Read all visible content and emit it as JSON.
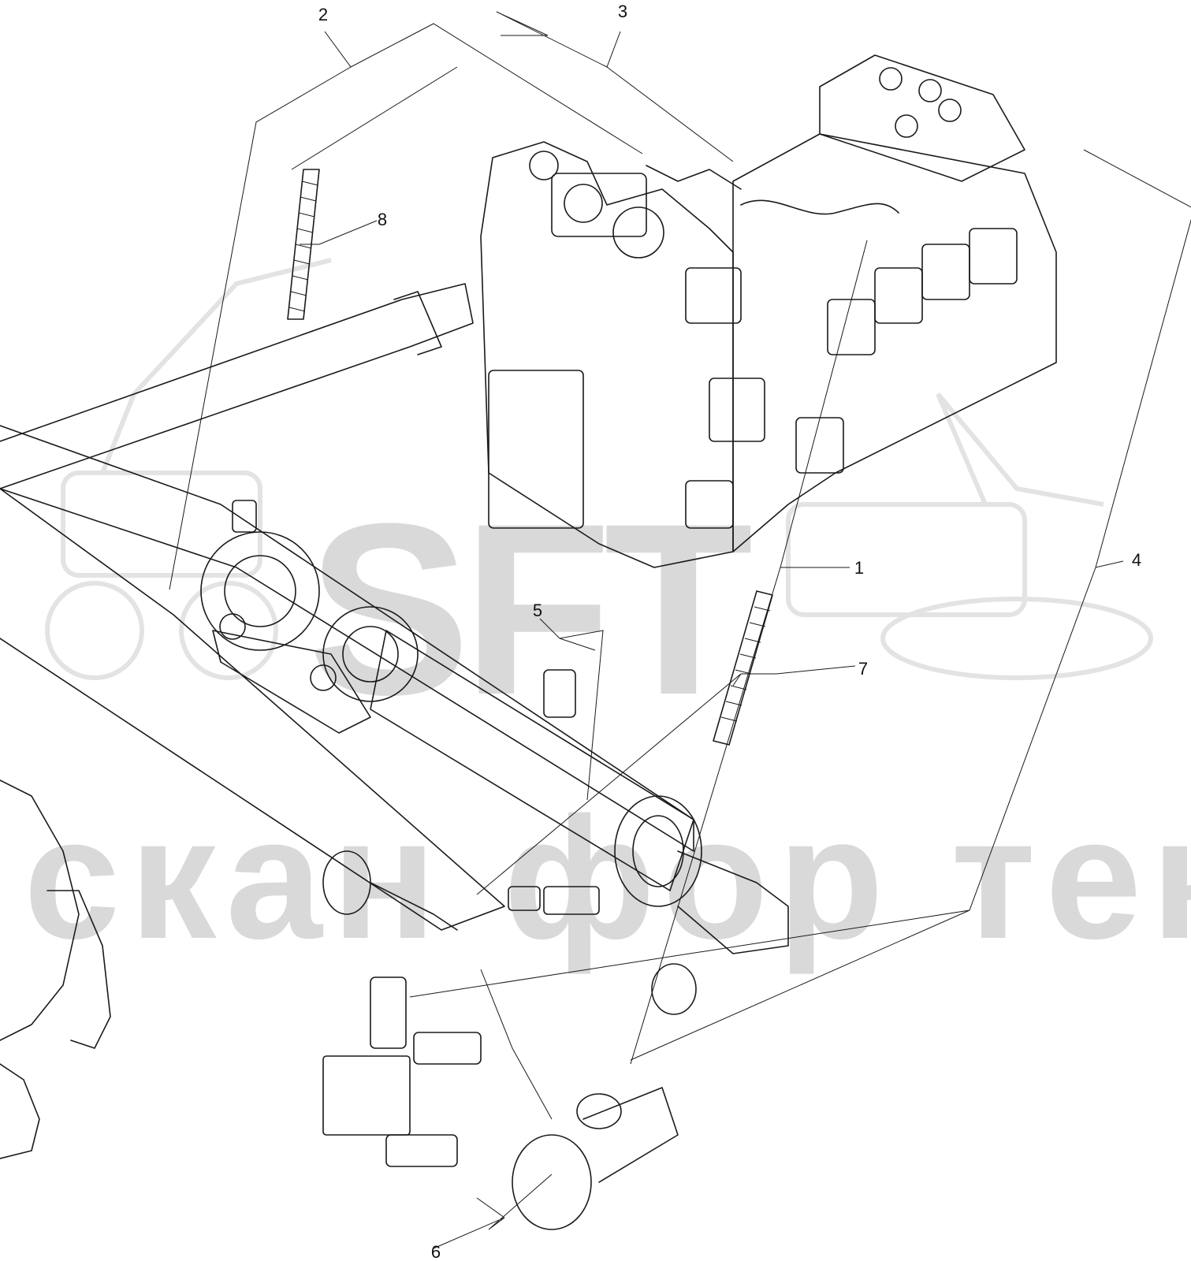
{
  "watermark": {
    "logo_text": "SFT",
    "company_text": "скан фор тек"
  },
  "callouts": [
    {
      "id": "1",
      "label": "1"
    },
    {
      "id": "2",
      "label": "2"
    },
    {
      "id": "3",
      "label": "3"
    },
    {
      "id": "4",
      "label": "4"
    },
    {
      "id": "5",
      "label": "5"
    },
    {
      "id": "6",
      "label": "6"
    },
    {
      "id": "7",
      "label": "7"
    },
    {
      "id": "8",
      "label": "8"
    }
  ],
  "colors": {
    "line": "#1a1a1a",
    "watermark": "#d9d9d9",
    "background": "#ffffff"
  }
}
